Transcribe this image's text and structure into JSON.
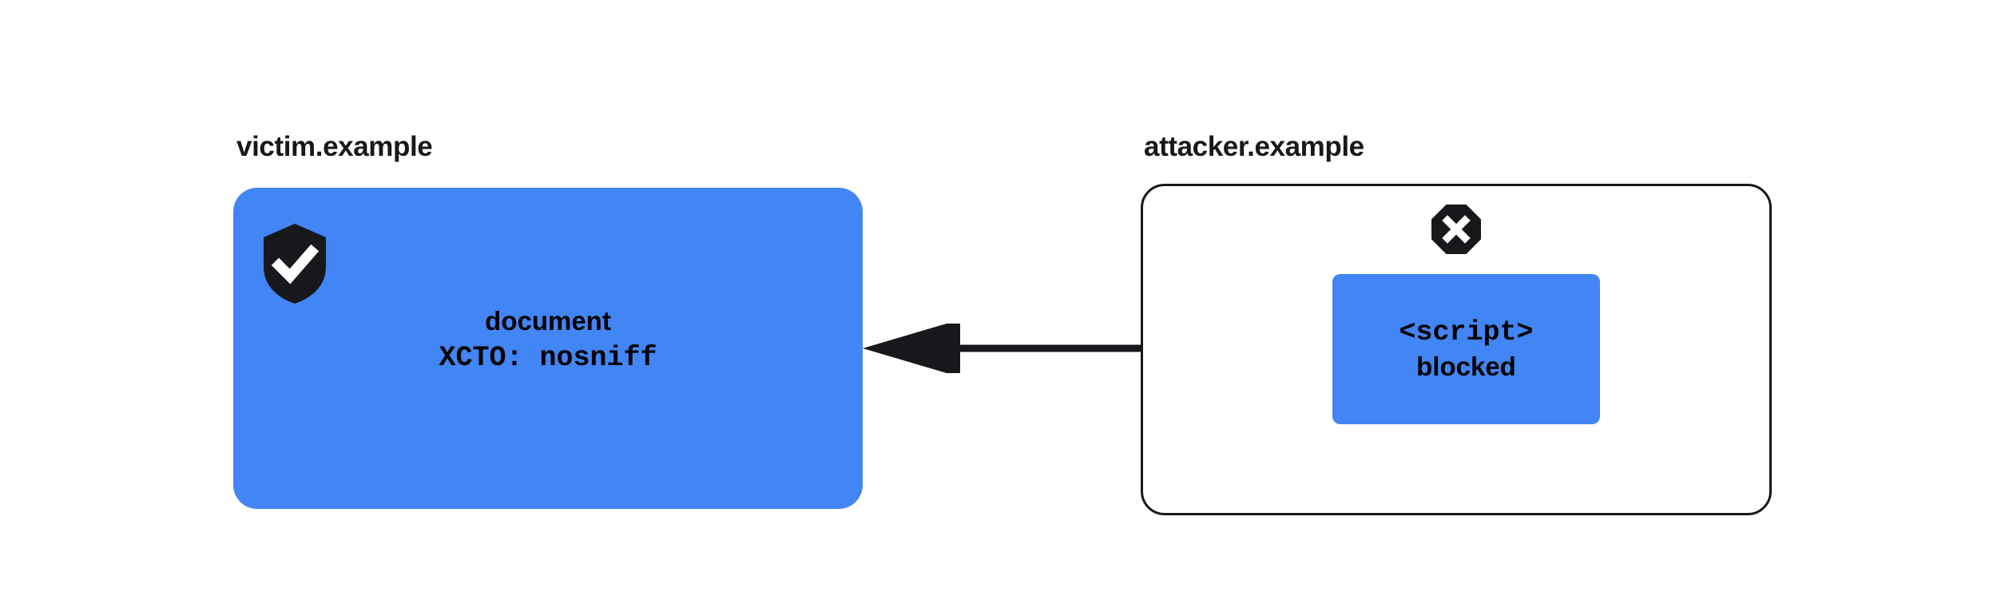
{
  "diagram": {
    "title_victim": "victim.example",
    "title_attacker": "attacker.example",
    "victim_panel": {
      "icon": "shield-check-icon",
      "line1": "document",
      "line2": "XCTO: nosniff"
    },
    "attacker_panel": {
      "icon": "blocked-octagon-x-icon",
      "script_box": {
        "line1": "<script>",
        "line2": "blocked"
      }
    },
    "arrow": {
      "name": "blocked-request-arrow",
      "direction": "right-to-left"
    },
    "colors": {
      "accent_blue": "#4285f4",
      "ink": "#17181c",
      "background": "#ffffff"
    }
  }
}
